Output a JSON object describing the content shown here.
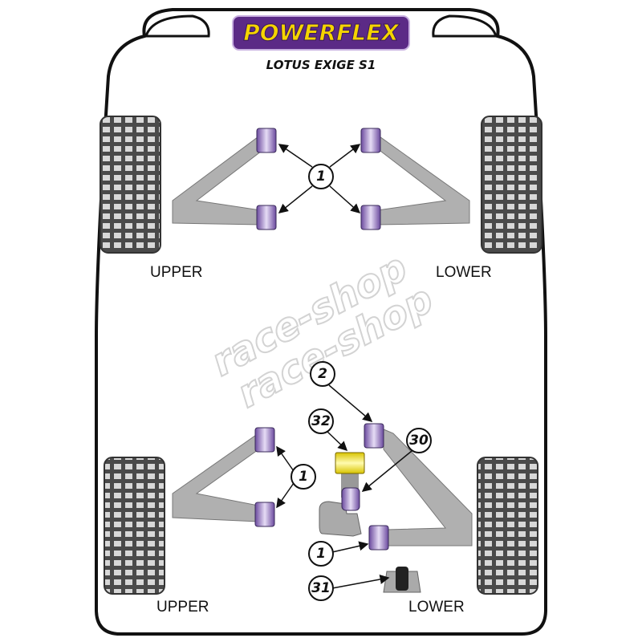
{
  "brand": {
    "logo_text": "POWERFLEX",
    "model": "LOTUS EXIGE S1",
    "logo_bg": "#5b2a86",
    "logo_text_color": "#f5d400"
  },
  "watermark": {
    "text": "race-shop"
  },
  "front": {
    "left_label": "UPPER",
    "right_label": "LOWER",
    "callouts": [
      "1"
    ]
  },
  "rear": {
    "left_label": "UPPER",
    "right_label": "LOWER",
    "callouts": [
      "1",
      "2",
      "32",
      "30",
      "1",
      "31"
    ]
  },
  "colors": {
    "bushing_purple": "#9a7cc8",
    "bushing_yellow": "#f2e12a",
    "arm_grey": "#b0b0b0",
    "tyre": "#555555"
  }
}
